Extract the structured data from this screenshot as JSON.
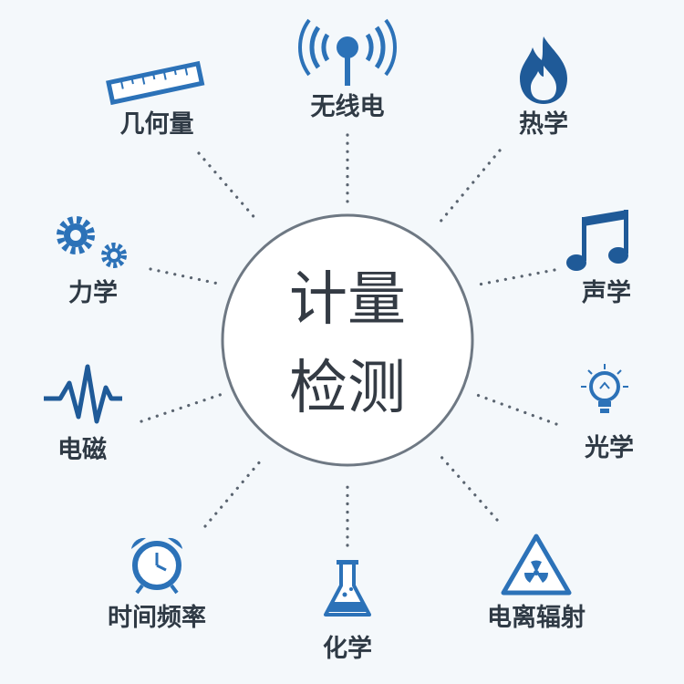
{
  "center": {
    "line1": "计量",
    "line2": "检测"
  },
  "nodes": [
    {
      "label": "几何量",
      "icon": "ruler-icon"
    },
    {
      "label": "无线电",
      "icon": "radio-antenna-icon"
    },
    {
      "label": "热学",
      "icon": "flame-icon"
    },
    {
      "label": "力学",
      "icon": "gears-icon"
    },
    {
      "label": "声学",
      "icon": "music-note-icon"
    },
    {
      "label": "电磁",
      "icon": "waveform-icon"
    },
    {
      "label": "光学",
      "icon": "light-bulb-icon"
    },
    {
      "label": "时间频率",
      "icon": "alarm-clock-icon"
    },
    {
      "label": "化学",
      "icon": "flask-icon"
    },
    {
      "label": "电离辐射",
      "icon": "radiation-warning-icon"
    }
  ],
  "colors": {
    "icon": "#2c72b8",
    "icon_dark": "#1f5a98",
    "text": "#2f3a45",
    "ring": "#6e7883",
    "dots": "#5a6470",
    "background": "#f4f8fb"
  }
}
